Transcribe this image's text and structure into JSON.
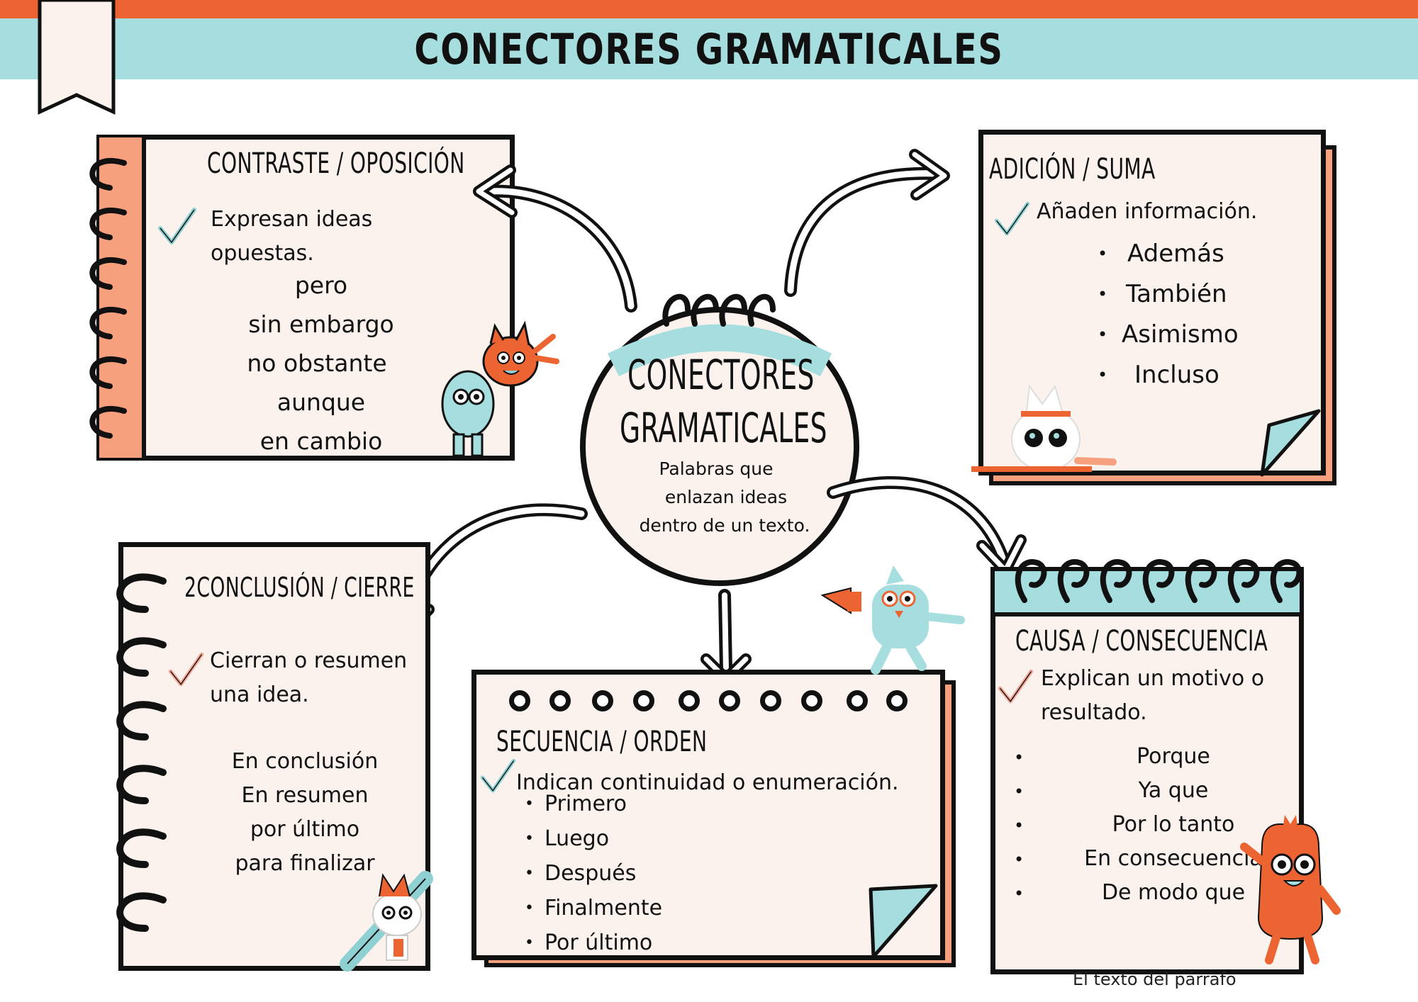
{
  "header": {
    "title": "CONECTORES GRAMATICALES"
  },
  "center": {
    "title_line1": "CONECTORES",
    "title_line2": "GRAMATICALES",
    "desc_line1": "Palabras  que",
    "desc_line2": "enlazan ideas",
    "desc_line3": "dentro de un texto."
  },
  "contraste": {
    "title": "CONTRASTE / OPOSICIÓN",
    "desc_line1": "Expresan ideas",
    "desc_line2": "opuestas.",
    "items": [
      "pero",
      "sin embargo",
      "no obstante",
      "aunque",
      "en cambio"
    ]
  },
  "adicion": {
    "title": "ADICIÓN / SUMA",
    "desc": "Añaden información.",
    "items": [
      "Además",
      "También",
      "Asimismo",
      "Incluso"
    ]
  },
  "conclusion": {
    "title": "2CONCLUSIÓN / CIERRE",
    "desc_line1": "Cierran o resumen",
    "desc_line2": "una idea.",
    "items": [
      "En conclusión",
      "En resumen",
      "por último",
      "para finalizar"
    ]
  },
  "secuencia": {
    "title": "SECUENCIA / ORDEN",
    "desc": "Indican continuidad o enumeración.",
    "items": [
      "Primero",
      "Luego",
      "Después",
      "Finalmente",
      "Por último"
    ]
  },
  "causa": {
    "title": "CAUSA / CONSECUENCIA",
    "desc_line1": "Explican un motivo o",
    "desc_line2": "resultado.",
    "items": [
      "Porque",
      "Ya que",
      "Por lo tanto",
      "En consecuencia",
      "De modo que"
    ]
  },
  "footer": {
    "note": "El texto del párrafo"
  },
  "colors": {
    "orange": "#ec6431",
    "teal": "#a6dedf",
    "salmon": "#f7a07e",
    "paper": "#fbf2ee",
    "ink": "#111111"
  },
  "icons": [
    "check-icon",
    "spiral-binding-icon",
    "arrow-icon",
    "monster-character-icon"
  ]
}
